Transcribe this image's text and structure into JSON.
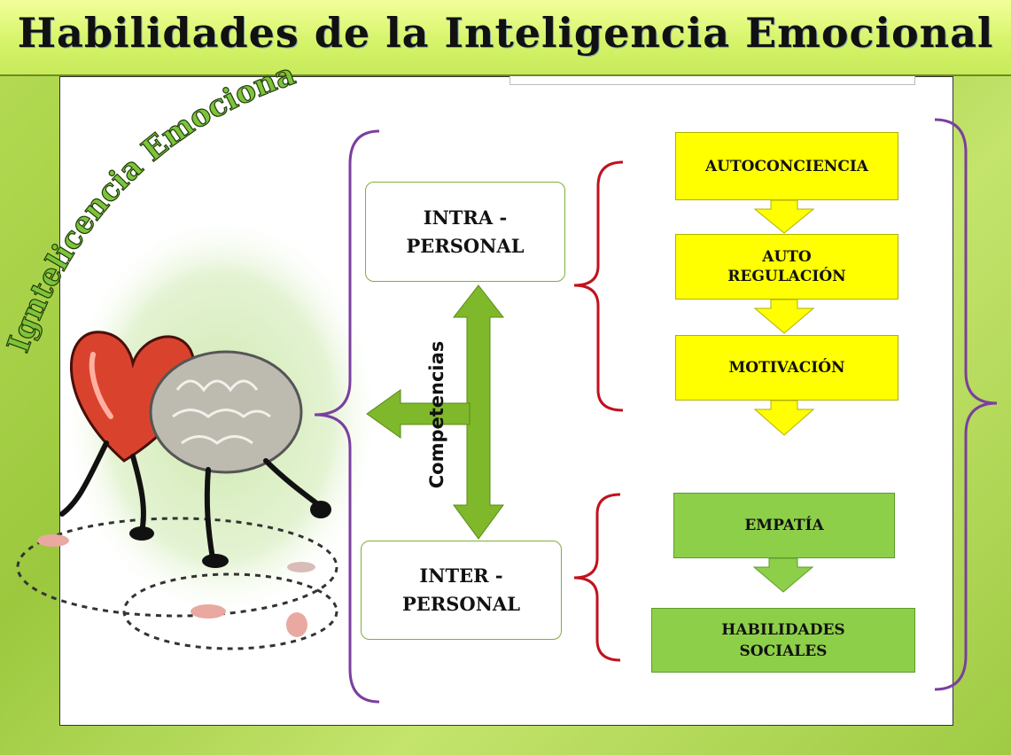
{
  "title": "Habilidades de la Inteligencia Emocional",
  "illustration": {
    "arc_label": "Igntelicencia Emocional",
    "icons": [
      "heart-character-icon",
      "brain-character-icon"
    ]
  },
  "axis_label": "Competencias",
  "categories": {
    "intra": "INTRA -\nPERSONAL",
    "inter": "INTER -\nPERSONAL"
  },
  "intra_skills": [
    "AUTOCONCIENCIA",
    "AUTO\nREGULACIÓN",
    "MOTIVACIÓN"
  ],
  "inter_skills": [
    "EMPATÍA",
    "HABILIDADES\nSOCIALES"
  ],
  "colors": {
    "yellow": "#ffff00",
    "green": "#8ecf4a",
    "arrow_green": "#7fb82a",
    "bracket_purple": "#7a3fa0",
    "bracket_red": "#c0121e"
  }
}
